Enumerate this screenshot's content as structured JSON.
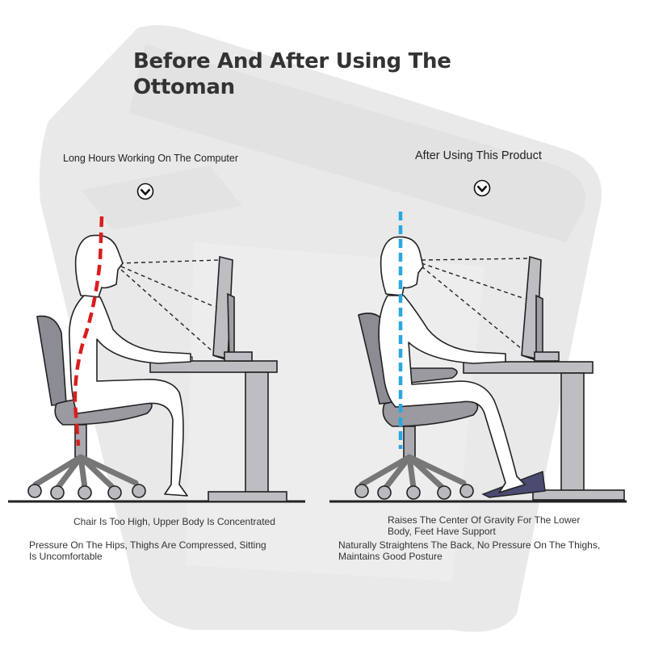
{
  "title": "Before And After Using The Ottoman",
  "left_panel": {
    "heading": "Long Hours Working On The Computer",
    "icon": "chevron-down-circle-icon",
    "spine_color": "#d81e1e",
    "caption_1": "Chair Is Too High, Upper Body Is Concentrated",
    "caption_2": "Pressure On The Hips, Thighs Are Compressed, Sitting Is Uncomfortable"
  },
  "right_panel": {
    "heading": "After Using This Product",
    "icon": "chevron-down-circle-icon",
    "spine_color": "#2aa7e0",
    "caption_1": "Raises The Center Of Gravity For The Lower Body, Feet Have Support",
    "caption_2": "Naturally Straightens The Back, No Pressure On The Thighs, Maintains Good Posture",
    "ottoman_color": "#4a4a72"
  }
}
